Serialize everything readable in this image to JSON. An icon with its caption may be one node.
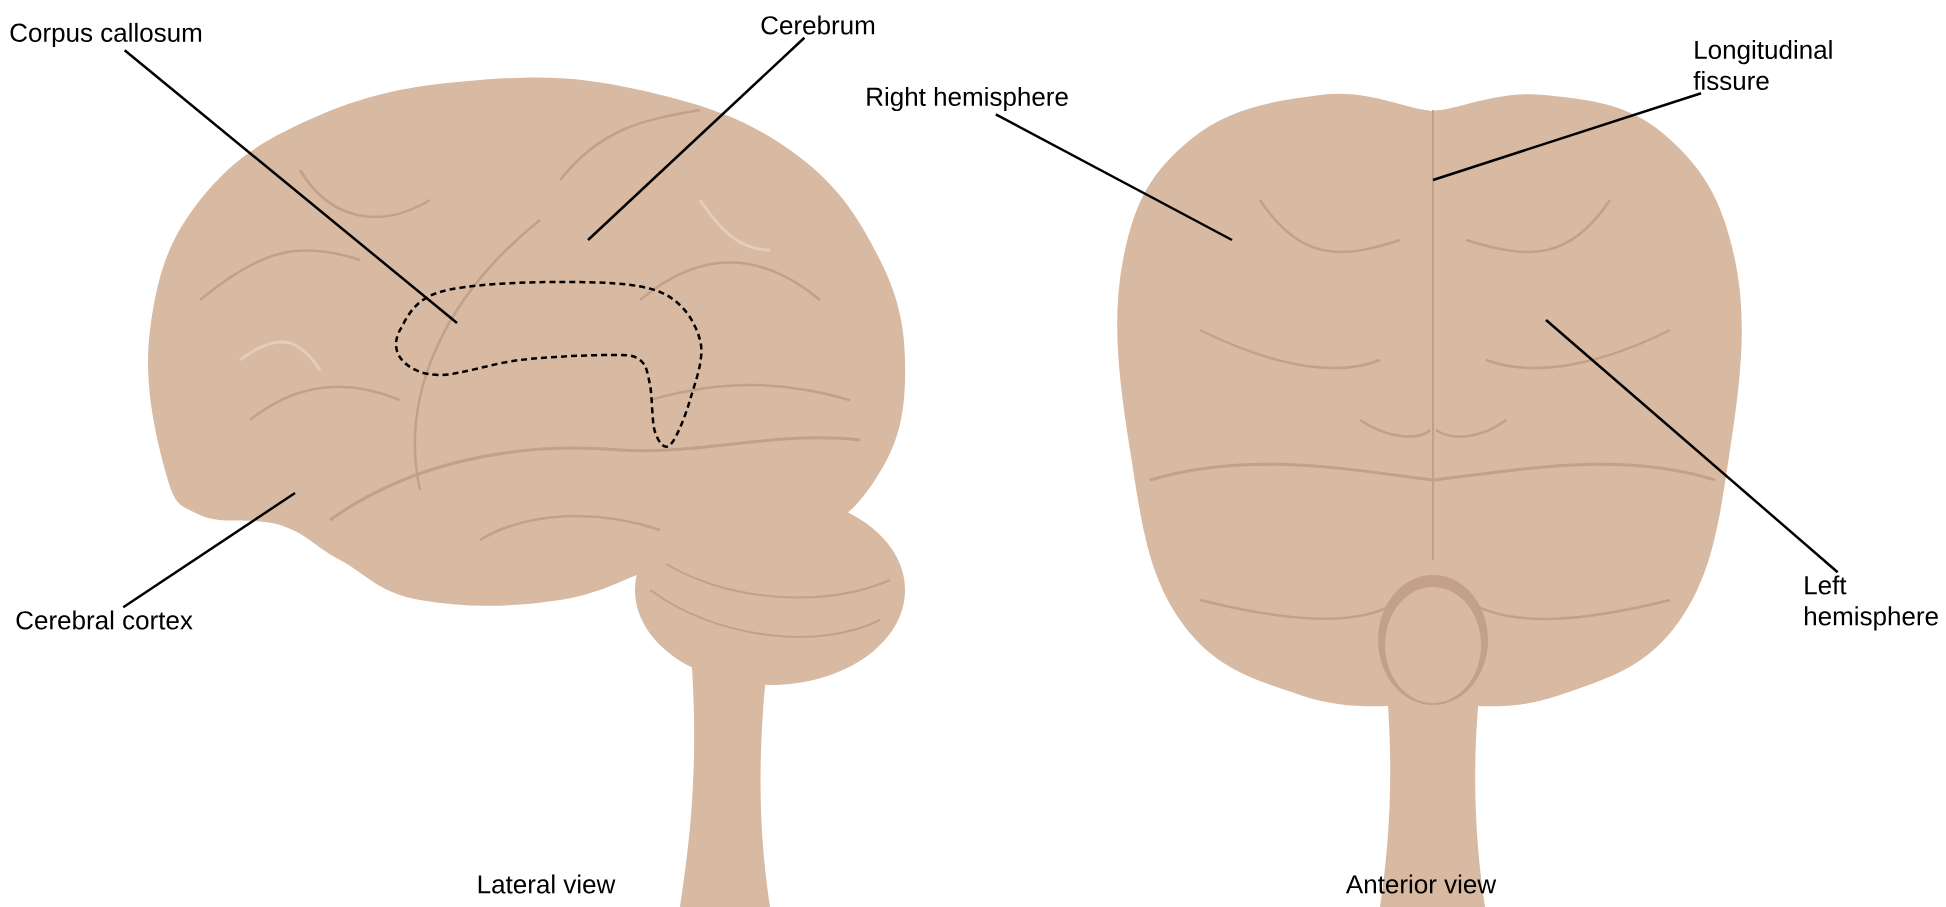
{
  "diagram": {
    "nodes": [
      {
        "text": [
          "Corpus callosum"
        ]
      },
      {
        "text": [
          "Cerebrum"
        ]
      },
      {
        "text": [
          "Cerebral cortex"
        ]
      },
      {
        "text": [
          "Right hemisphere"
        ]
      },
      {
        "text": [
          "Longitudinal fissure"
        ]
      },
      {
        "text": [
          "Left hemisphere"
        ]
      }
    ],
    "edges": [
      {
        "from": 0,
        "to": null,
        "arrow": "none"
      },
      {
        "from": 1,
        "to": null,
        "arrow": "none"
      },
      {
        "from": 2,
        "to": null,
        "arrow": "none"
      },
      {
        "from": 3,
        "to": null,
        "arrow": "none"
      },
      {
        "from": 4,
        "to": null,
        "arrow": "none"
      },
      {
        "from": 5,
        "to": null,
        "arrow": "none"
      }
    ],
    "labels": [
      "Lateral view",
      "Anterior view"
    ]
  }
}
